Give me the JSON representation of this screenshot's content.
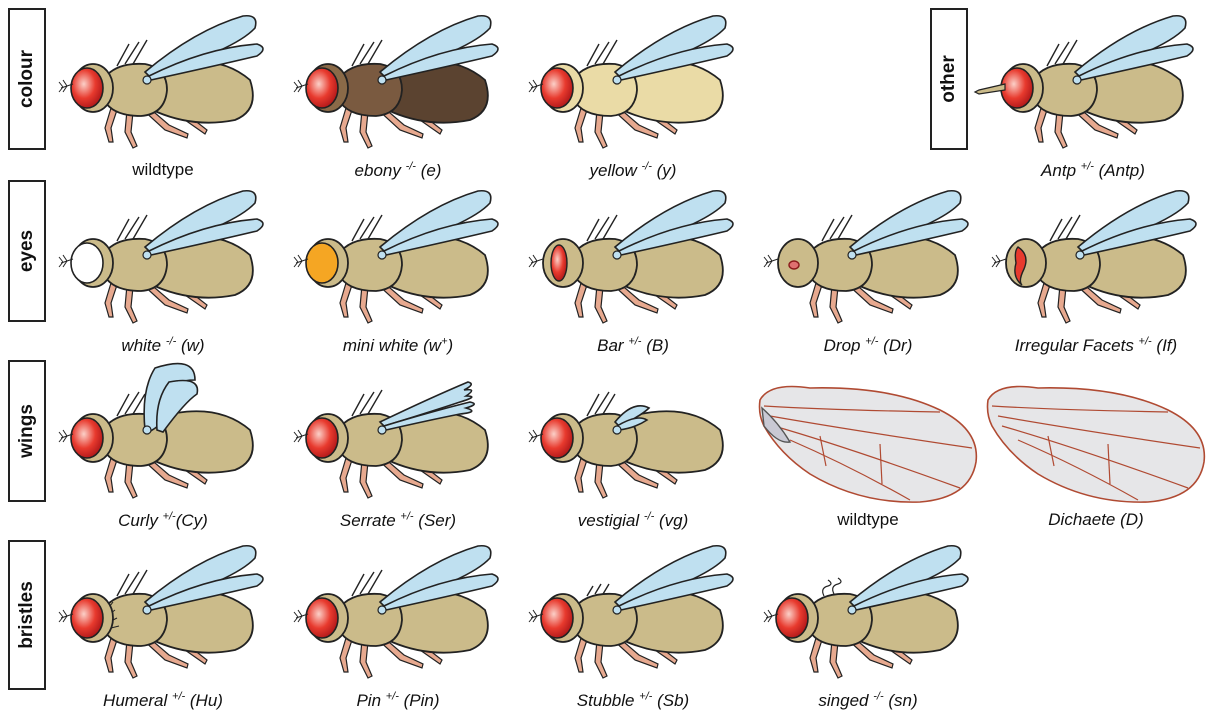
{
  "row_labels": {
    "colour": "colour",
    "eyes": "eyes",
    "wings": "wings",
    "bristles": "bristles",
    "other": "other"
  },
  "captions": {
    "colour_wildtype": {
      "plain": "wildtype"
    },
    "ebony": {
      "name": "ebony ",
      "sup": "-/-",
      "tail": " (e)"
    },
    "yellow": {
      "name": "yellow ",
      "sup": "-/-",
      "tail": " (y)"
    },
    "antp": {
      "name": "Antp ",
      "sup": "+/-",
      "tail": " (Antp)"
    },
    "white": {
      "name": "white ",
      "sup": "-/-",
      "tail": " (w)"
    },
    "mini_white": {
      "name": "mini white (w",
      "sup": "+",
      "tail": ")"
    },
    "bar": {
      "name": "Bar ",
      "sup": "+/-",
      "tail": " (B)"
    },
    "drop": {
      "name": "Drop ",
      "sup": "+/-",
      "tail": " (Dr)"
    },
    "irregular_facets": {
      "name": "Irregular Facets ",
      "sup": "+/-",
      "tail": " (If)"
    },
    "curly": {
      "name": "Curly ",
      "sup": "+/-",
      "tail": "(Cy)"
    },
    "serrate": {
      "name": "Serrate ",
      "sup": "+/-",
      "tail": " (Ser)"
    },
    "vestigial": {
      "name": "vestigial ",
      "sup": "-/-",
      "tail": " (vg)"
    },
    "wing_wildtype": {
      "plain": "wildtype"
    },
    "dichaete": {
      "name": "Dichaete (D)",
      "sup": "",
      "tail": ""
    },
    "humeral": {
      "name": "Humeral ",
      "sup": "+/-",
      "tail": " (Hu)"
    },
    "pin": {
      "name": "Pin ",
      "sup": "+/-",
      "tail": " (Pin)"
    },
    "stubble": {
      "name": "Stubble ",
      "sup": "+/-",
      "tail": " (Sb)"
    },
    "singed": {
      "name": "singed ",
      "sup": "-/-",
      "tail": " (sn)"
    }
  },
  "colors": {
    "body": "#cbbb8a",
    "wing": "#bfe0f0",
    "eye_red": "#e83a2e",
    "ebony": "#5b4330",
    "yellow": "#eadba6",
    "white_eye": "#ffffff",
    "orange_eye": "#f5a623",
    "wing_blade": "#e6e6e8",
    "wing_vein": "#b04a32"
  }
}
